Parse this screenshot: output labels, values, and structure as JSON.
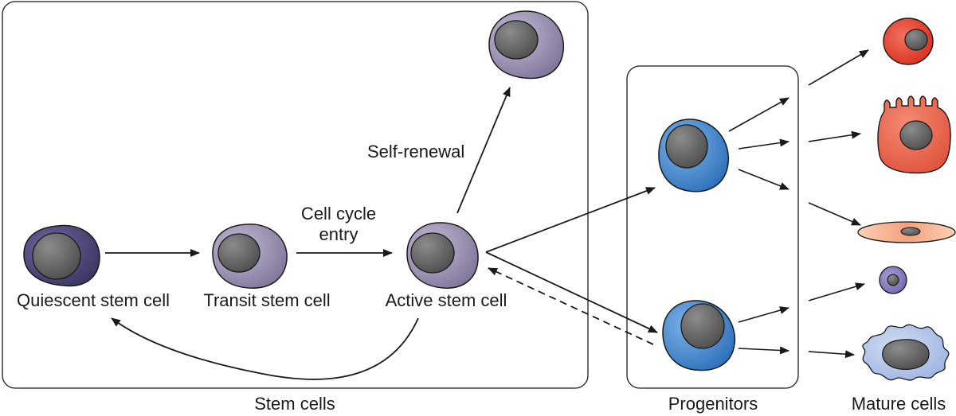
{
  "groups": {
    "stem": "Stem cells",
    "progenitors": "Progenitors",
    "mature": "Mature cells"
  },
  "cells": {
    "quiescent": "Quiescent stem cell",
    "transit": "Transit stem cell",
    "active": "Active stem cell"
  },
  "processes": {
    "cycle_line1": "Cell cycle",
    "cycle_line2": "entry",
    "self_renewal": "Self-renewal"
  },
  "colors": {
    "quiescent_cell": "#4f4878",
    "stem_cell": "#9a90b4",
    "progenitor_cell": "#3f85cc",
    "nucleus": "#6b6b6b",
    "erythrocyte": "#e8412c",
    "epithelial": "#ee6b54",
    "fibroblast": "#f4a27a",
    "lymphocyte": "#8a7fc0",
    "macrophage": "#b3c6ea"
  }
}
